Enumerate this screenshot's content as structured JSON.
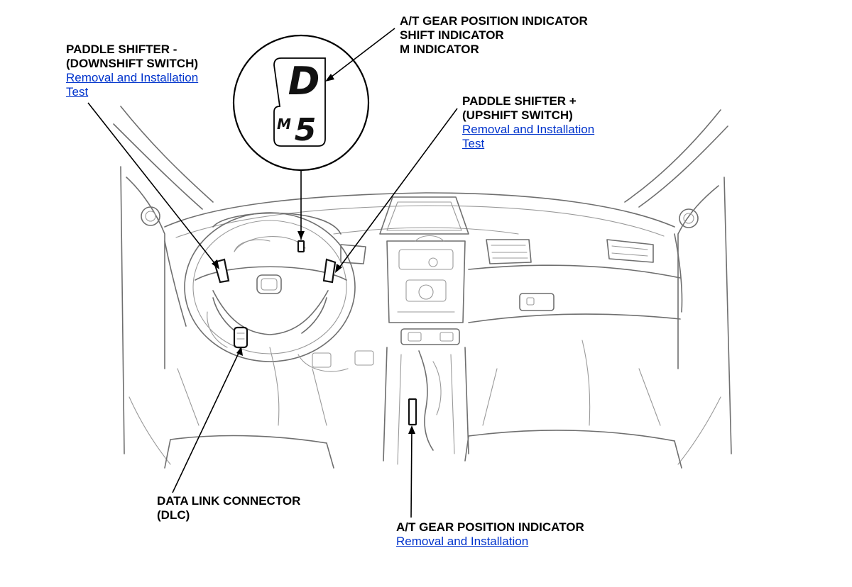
{
  "callouts": {
    "gear_indicator_top": {
      "lines": [
        "A/T GEAR POSITION INDICATOR",
        "SHIFT INDICATOR",
        "M INDICATOR"
      ]
    },
    "paddle_minus": {
      "lines": [
        "PADDLE SHIFTER -",
        "(DOWNSHIFT SWITCH)"
      ],
      "links": [
        "Removal and Installation",
        "Test"
      ]
    },
    "paddle_plus": {
      "lines": [
        "PADDLE SHIFTER +",
        "(UPSHIFT SWITCH)"
      ],
      "links": [
        "Removal and Installation",
        "Test"
      ]
    },
    "dlc": {
      "lines": [
        "DATA LINK CONNECTOR",
        "(DLC)"
      ]
    },
    "gear_indicator_bottom": {
      "lines": [
        "A/T GEAR POSITION INDICATOR"
      ],
      "links": [
        "Removal and Installation"
      ]
    }
  },
  "inset": {
    "gear_letter": "D",
    "mode_letter": "M",
    "gear_number": "5"
  },
  "colors": {
    "link": "#0033cc",
    "outline": "#6f6f6f",
    "leader": "#000000"
  }
}
